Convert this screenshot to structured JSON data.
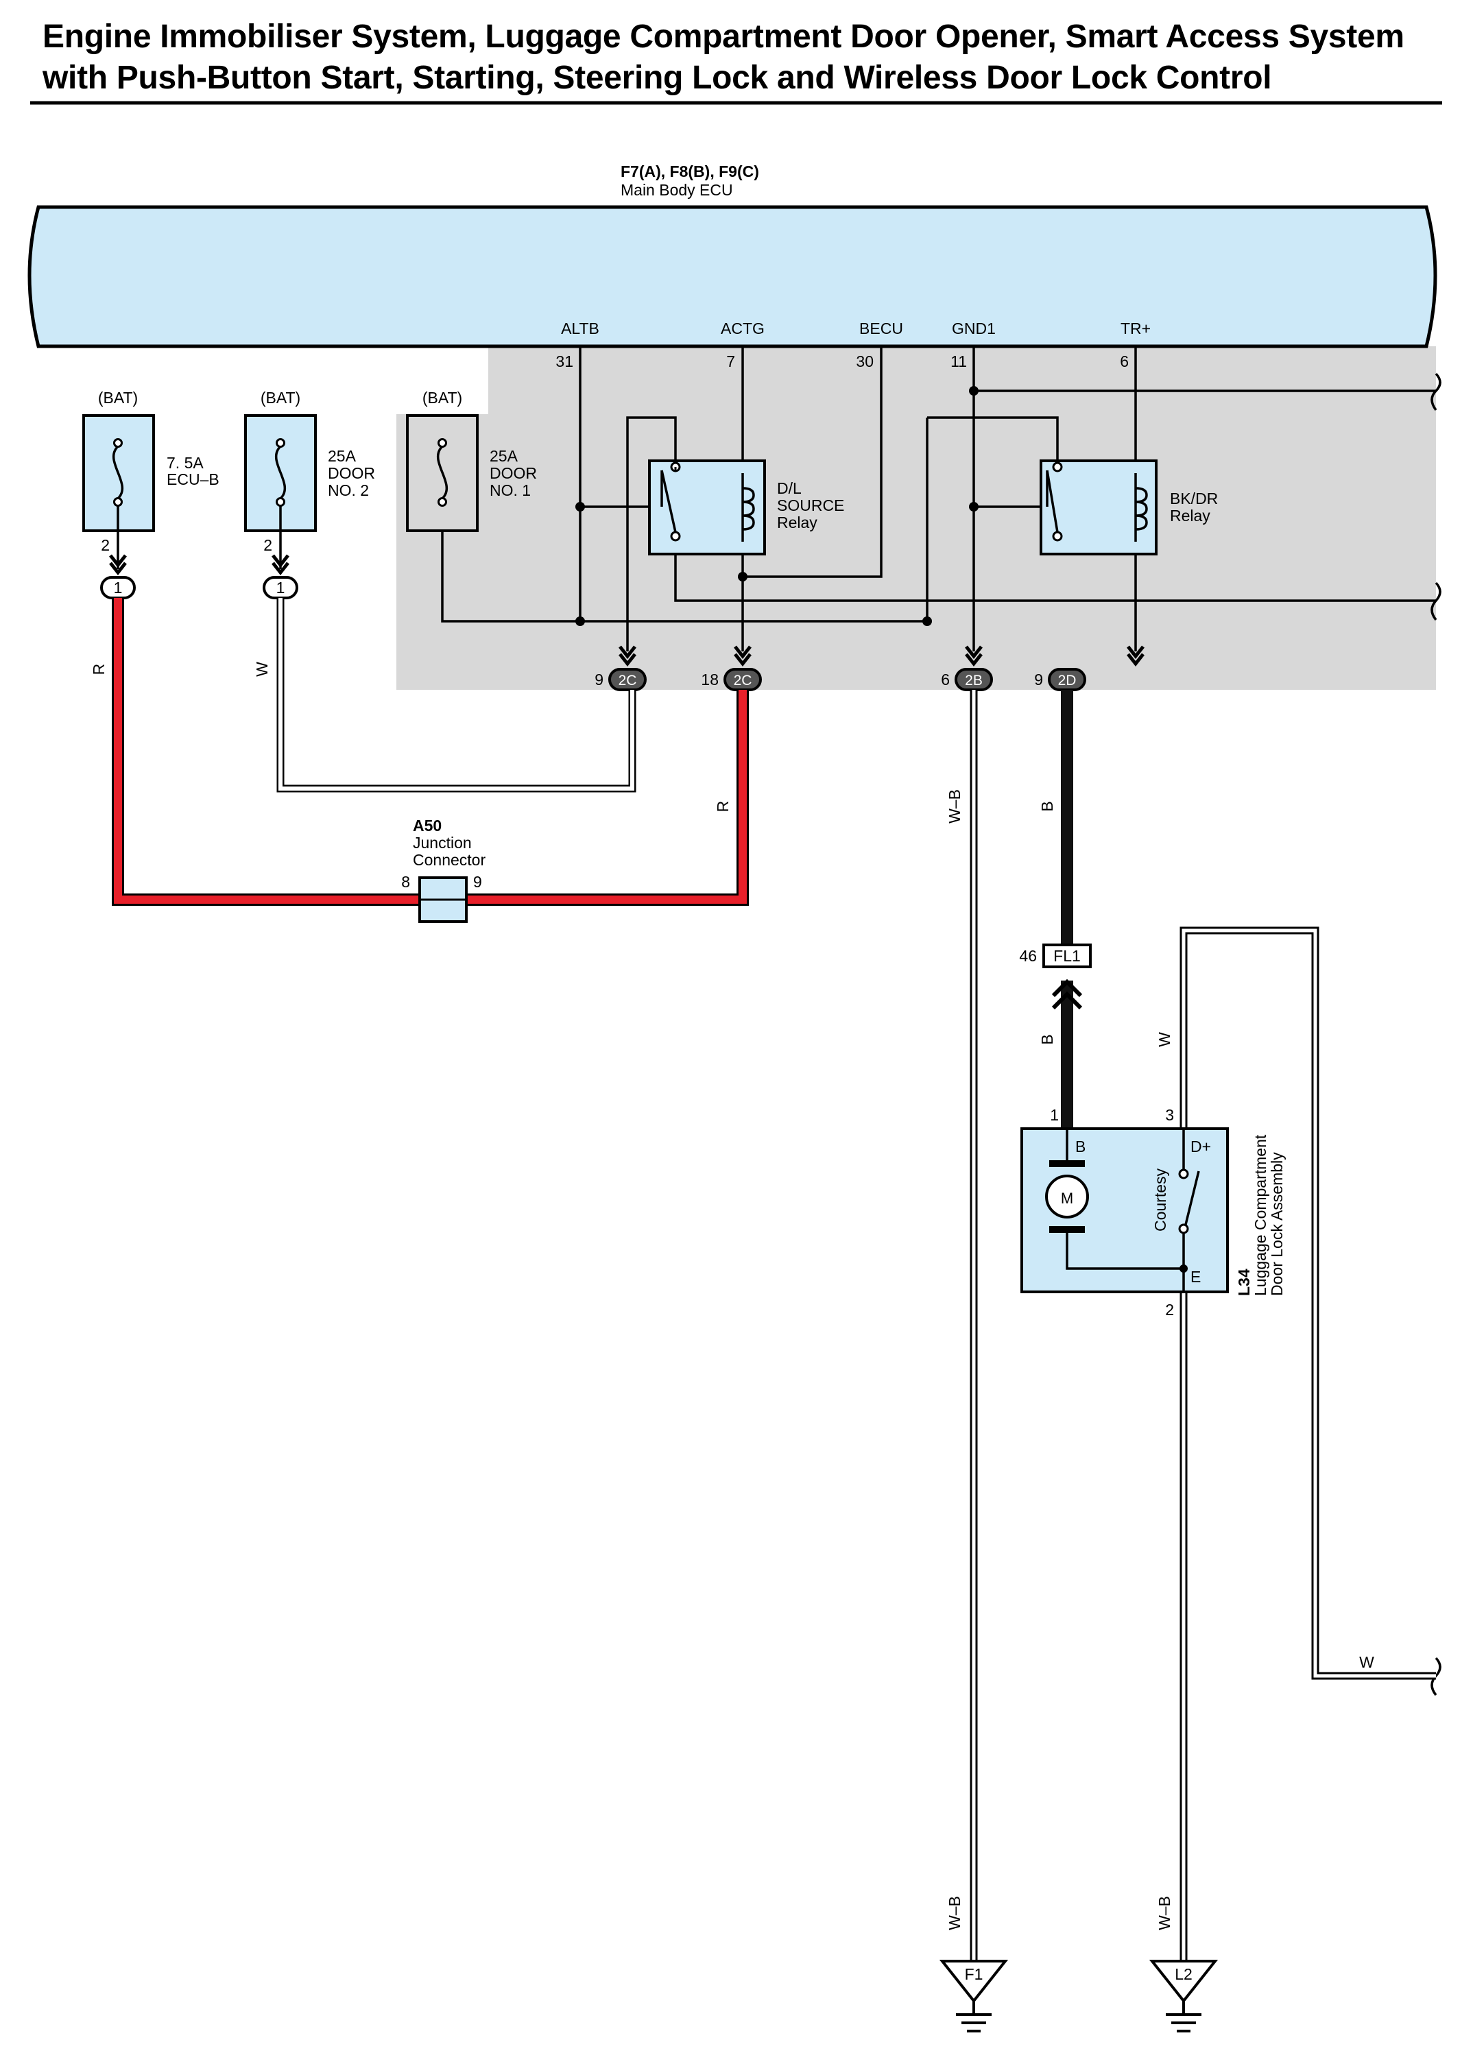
{
  "title": {
    "line1": "Engine Immobiliser System, Luggage Compartment Door Opener, Smart Access System",
    "line2": "with Push-Button Start, Starting, Steering Lock and Wireless Door Lock Control"
  },
  "colors": {
    "ecu_fill": "#cde9f8",
    "ecu_area_fill": "#d8d8d8",
    "wire_red": "#e8202a",
    "wire_black": "#111111",
    "wire_white": "#ffffff",
    "outline": "#000000"
  },
  "ecu": {
    "codes": "F7(A), F8(B), F9(C)",
    "name": "Main Body ECU",
    "terminals": [
      {
        "name": "ALTB",
        "pin": "31"
      },
      {
        "name": "ACTG",
        "pin": "7"
      },
      {
        "name": "BECU",
        "pin": "30"
      },
      {
        "name": "GND1",
        "pin": "11"
      },
      {
        "name": "TR+",
        "pin": "6"
      }
    ]
  },
  "fuses": [
    {
      "supply": "(BAT)",
      "rating": "7. 5A",
      "name_line1": "ECU–B",
      "name_line2": "",
      "pin": "2",
      "connector": "1"
    },
    {
      "supply": "(BAT)",
      "rating": "25A",
      "name_line1": "DOOR",
      "name_line2": "NO. 2",
      "pin": "2",
      "connector": "1"
    },
    {
      "supply": "(BAT)",
      "rating": "25A",
      "name_line1": "DOOR",
      "name_line2": "NO. 1"
    }
  ],
  "relays": [
    {
      "line1": "D/L",
      "line2": "SOURCE",
      "line3": "Relay"
    },
    {
      "line1": "BK/DR",
      "line2": "Relay"
    }
  ],
  "ecu_connectors": [
    {
      "pin": "9",
      "code": "2C"
    },
    {
      "pin": "18",
      "code": "2C"
    },
    {
      "pin": "6",
      "code": "2B"
    },
    {
      "pin": "9",
      "code": "2D"
    }
  ],
  "junction": {
    "code": "A50",
    "name_line1": "Junction",
    "name_line2": "Connector",
    "pin_left": "8",
    "pin_right": "9"
  },
  "fl1": {
    "pin": "46",
    "code": "FL1"
  },
  "door_lock": {
    "code": "L34",
    "name_line1": "Luggage Compartment",
    "name_line2": "Door Lock Assembly",
    "motor": "M",
    "switch": "Courtesy",
    "term_b": "B",
    "term_dplus": "D+",
    "term_e": "E",
    "pin_1": "1",
    "pin_3": "3",
    "pin_2": "2"
  },
  "wires": {
    "fuse1_out": "R",
    "fuse2_out": "W",
    "pin18_out": "R",
    "gnd_2b": "W–B",
    "tr_2d": "B",
    "b_to_lock": "B",
    "courtesy_w": "W",
    "w_right": "W",
    "gnd_f1": "W–B",
    "gnd_l2": "W–B"
  },
  "grounds": [
    {
      "code": "F1"
    },
    {
      "code": "L2"
    }
  ]
}
